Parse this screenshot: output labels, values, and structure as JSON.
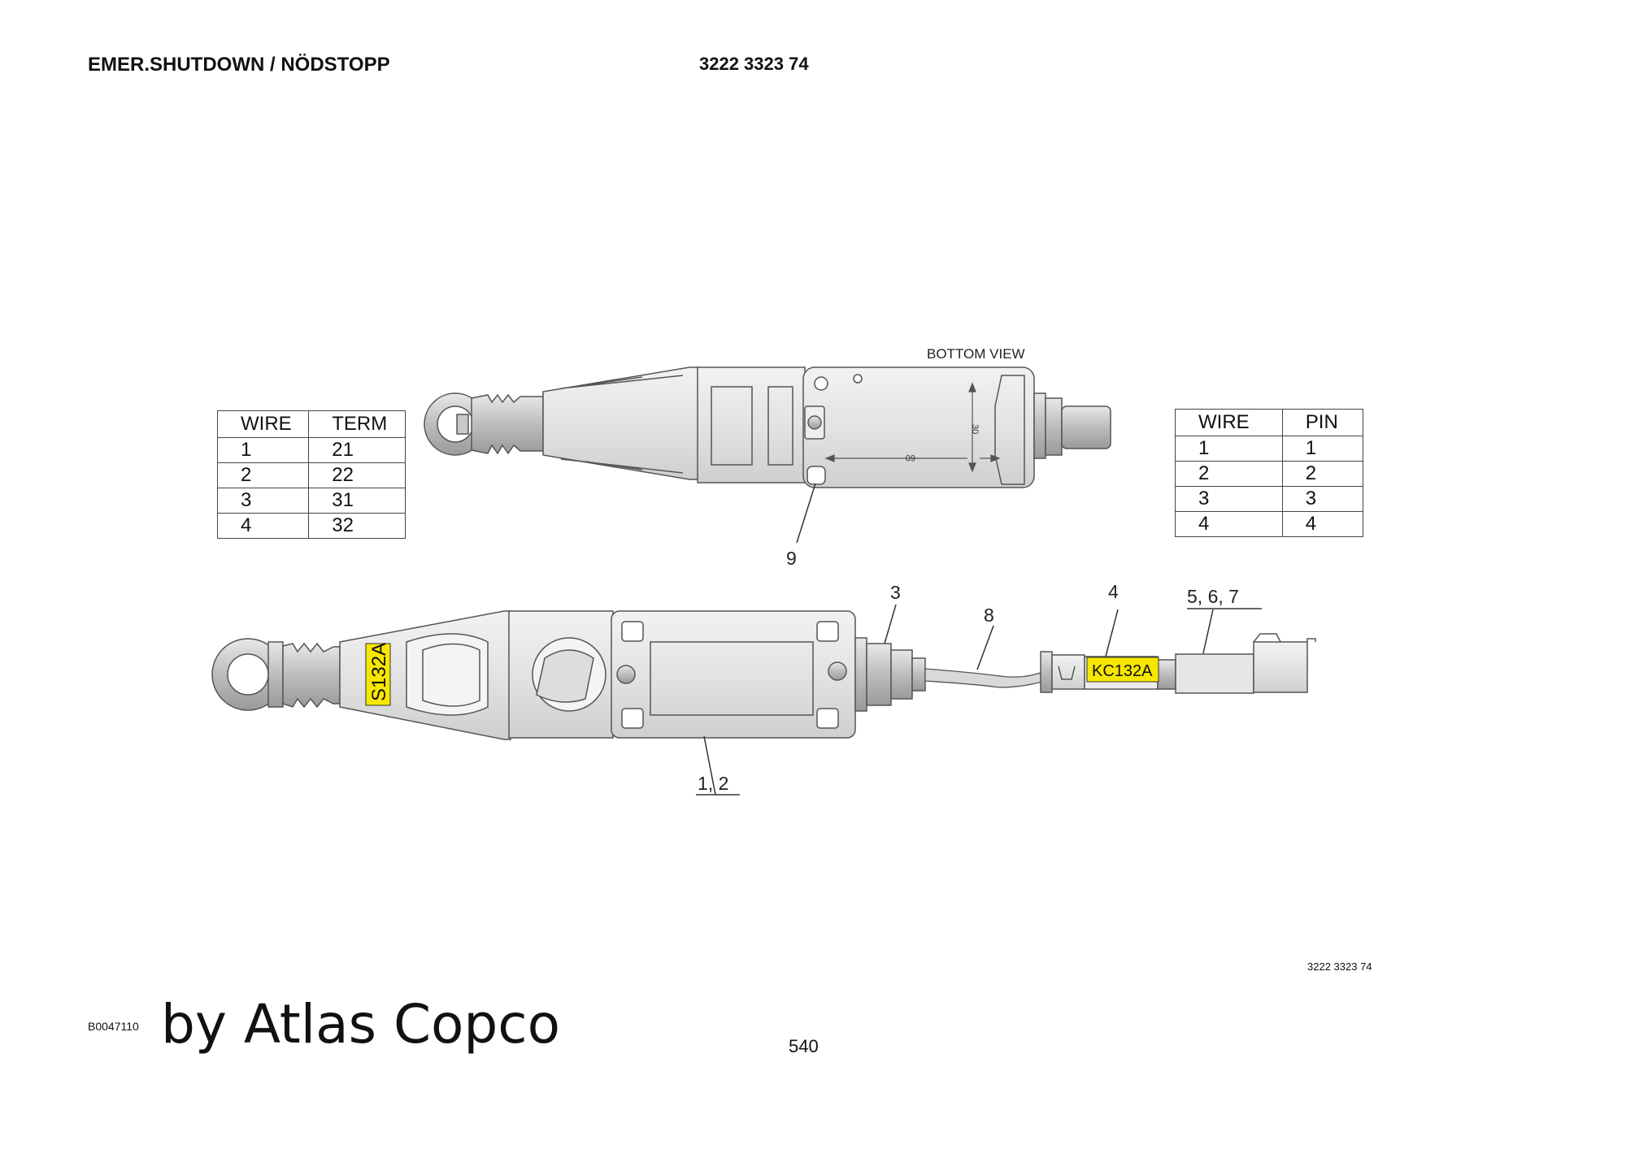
{
  "header": {
    "title": "EMER.SHUTDOWN / NÖDSTOPP",
    "part_number": "3222 3323 74"
  },
  "drawing": {
    "view_label": "BOTTOM VIEW",
    "dim_60": "60",
    "dim_30": "30",
    "label_s132a": "S132A",
    "label_kc132a": "KC132A",
    "callouts": {
      "c9": "9",
      "c3": "3",
      "c8": "8",
      "c4": "4",
      "c567": "5,  6,  7",
      "c12": "1,  2"
    }
  },
  "table_left": {
    "headers": [
      "WIRE",
      "TERM"
    ],
    "rows": [
      [
        "1",
        "21"
      ],
      [
        "2",
        "22"
      ],
      [
        "3",
        "31"
      ],
      [
        "4",
        "32"
      ]
    ]
  },
  "table_right": {
    "headers": [
      "WIRE",
      "PIN"
    ],
    "rows": [
      [
        "1",
        "1"
      ],
      [
        "2",
        "2"
      ],
      [
        "3",
        "3"
      ],
      [
        "4",
        "4"
      ]
    ]
  },
  "footer": {
    "part_number_small": "3222 3323 74",
    "image_code": "B0047110",
    "credit": "by Atlas Copco",
    "page_number": "540"
  }
}
